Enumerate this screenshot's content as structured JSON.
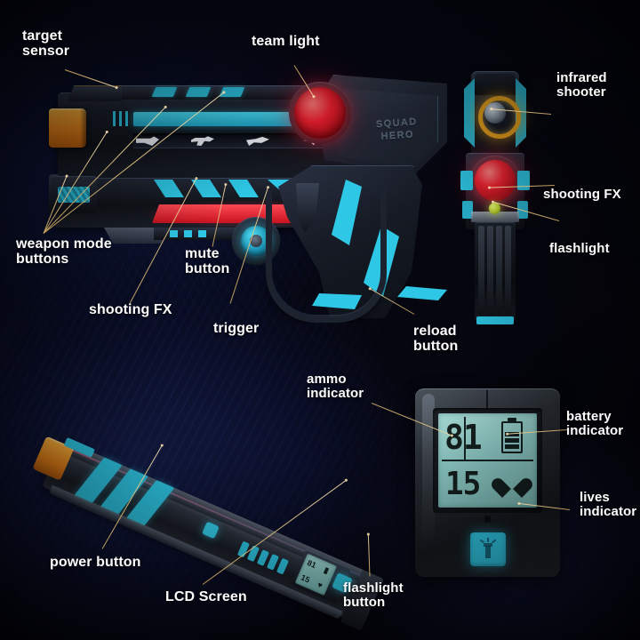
{
  "product": {
    "brand": "SQUAD\nHERO",
    "type": "laser tag blaster annotated diagram"
  },
  "theme": {
    "background": "#05060f",
    "accent_cyan": "#2ec8e6",
    "accent_red": "#f22030",
    "accent_orange": "#e8831a",
    "accent_yellow": "#f0a81e",
    "label_text": "#fdfdfd",
    "leader_line": "#e0c285",
    "lcd_screen": "#8fccc8",
    "lcd_digits": "#14201f"
  },
  "labels": [
    {
      "id": "target-sensor",
      "text": "target\nsensor"
    },
    {
      "id": "team-light",
      "text": "team light"
    },
    {
      "id": "infrared-shooter",
      "text": "infrared\nshooter"
    },
    {
      "id": "shooting-fx-right",
      "text": "shooting FX"
    },
    {
      "id": "flashlight",
      "text": "flashlight"
    },
    {
      "id": "weapon-mode-buttons",
      "text": "weapon mode\nbuttons"
    },
    {
      "id": "mute-button",
      "text": "mute\nbutton"
    },
    {
      "id": "shooting-fx-left",
      "text": "shooting FX"
    },
    {
      "id": "trigger",
      "text": "trigger"
    },
    {
      "id": "reload-button",
      "text": "reload\nbutton"
    },
    {
      "id": "ammo-indicator",
      "text": "ammo\nindicator"
    },
    {
      "id": "battery-indicator",
      "text": "battery\nindicator"
    },
    {
      "id": "lives-indicator",
      "text": "lives\nindicator"
    },
    {
      "id": "power-button",
      "text": "power button"
    },
    {
      "id": "lcd-screen",
      "text": "LCD Screen"
    },
    {
      "id": "flashlight-button",
      "text": "flashlight\nbutton"
    }
  ],
  "lcd": {
    "ammo_value": "81",
    "lives_value": "15",
    "battery_icon": "battery-icon",
    "lives_icon": "heart-icon",
    "flashlight_button_icon": "flashlight-icon"
  },
  "lcd_small": {
    "ammo_value": "81",
    "lives_value": "15"
  },
  "icons": {
    "weapon_mode_1": "pistol-icon",
    "weapon_mode_2": "submachine-gun-icon",
    "weapon_mode_3": "rifle-icon",
    "weapon_mode_4": "sniper-rifle-icon"
  }
}
